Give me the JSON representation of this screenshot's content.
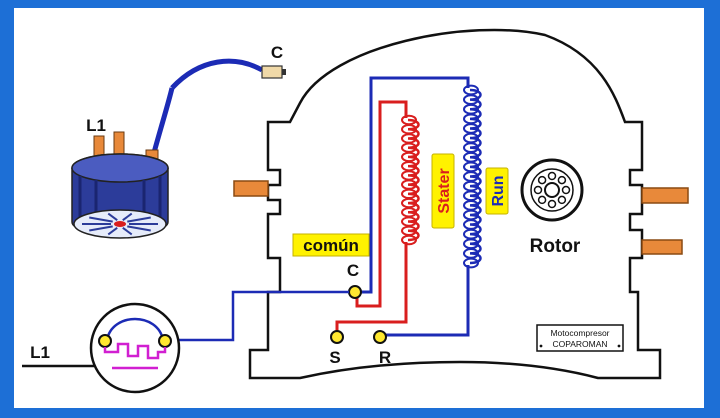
{
  "labels": {
    "C_top": "C",
    "L1_top": "L1",
    "comun": "común",
    "C_terminal": "C",
    "S_terminal": "S",
    "R_terminal": "R",
    "L1_line": "L1",
    "stater": "Stater",
    "run": "Run",
    "rotor": "Rotor",
    "nameplate_line1": "Motocompresor",
    "nameplate_line2": "COPAROMAN"
  },
  "colors": {
    "frame_blue": "#1d6fd6",
    "panel_white": "#ffffff",
    "wire_blue": "#1c2bb5",
    "wire_red": "#d91e1e",
    "label_yellow": "#fff200",
    "terminal_yellow": "#ffe830",
    "pipe_orange": "#e8893a",
    "bimetal_magenta": "#d11fd1"
  }
}
